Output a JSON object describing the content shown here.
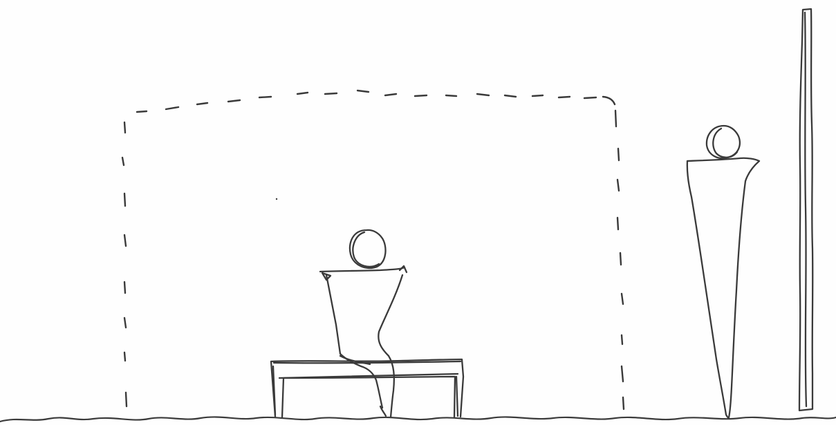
{
  "sketch": {
    "ink_color": "#3a3a3a",
    "paper_color": "#fefefe",
    "elements": [
      "ground-line",
      "dashed-enclosure",
      "bench",
      "seated-figure",
      "standing-figure",
      "vertical-pole"
    ]
  }
}
